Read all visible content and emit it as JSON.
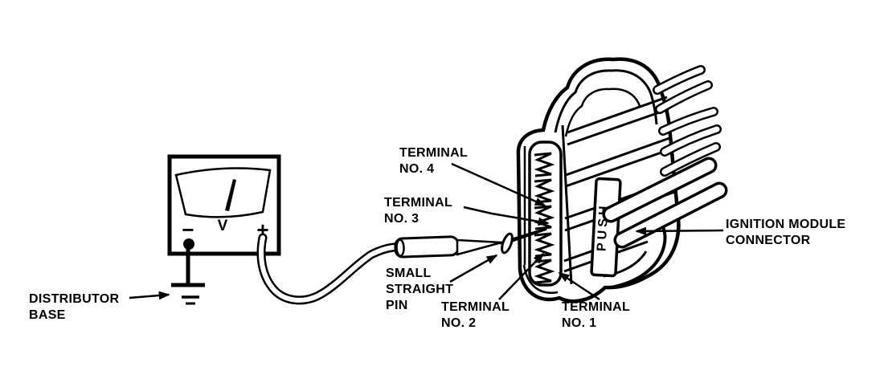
{
  "figure": {
    "background": "#FFFFFF",
    "ink": "#000000",
    "description": "Line-art service-manual diagram: voltmeter probing ignition module connector terminals with a small straight pin"
  },
  "voltmeter": {
    "unit": "V",
    "minus": "−",
    "plus": "+"
  },
  "connector": {
    "latch_text": "PUSH"
  },
  "labels": {
    "distributor_base": {
      "lines": [
        "DISTRIBUTOR",
        "BASE"
      ]
    },
    "terminal_no_4": {
      "lines": [
        "TERMINAL",
        "NO. 4"
      ]
    },
    "terminal_no_3": {
      "lines": [
        "TERMINAL",
        "NO. 3"
      ]
    },
    "small_straight_pin": {
      "lines": [
        "SMALL",
        "STRAIGHT",
        "PIN"
      ]
    },
    "terminal_no_2": {
      "lines": [
        "TERMINAL",
        "NO. 2"
      ]
    },
    "terminal_no_1": {
      "lines": [
        "TERMINAL",
        "NO. 1"
      ]
    },
    "ignition_module_connector": {
      "lines": [
        "IGNITION MODULE",
        "CONNECTOR"
      ]
    }
  }
}
